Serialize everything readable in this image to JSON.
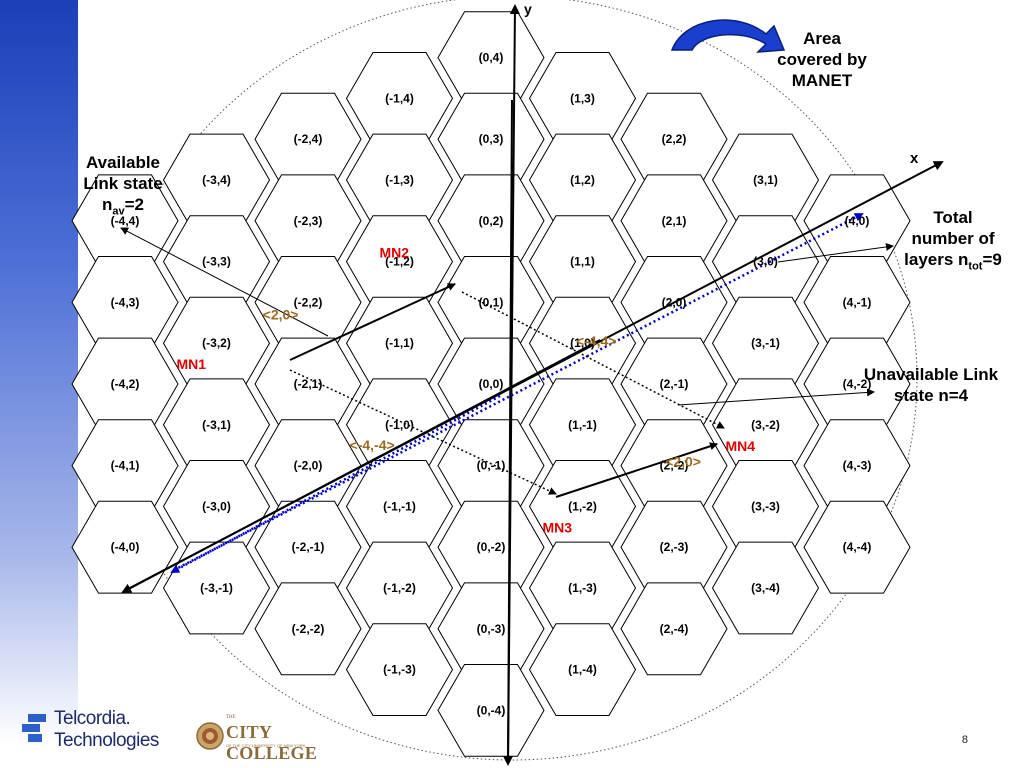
{
  "slide": {
    "page_number": "8"
  },
  "diagram": {
    "axis_x_label": "x",
    "axis_y_label": "y",
    "cells": [
      {
        "label": "(0,4)",
        "q": 0,
        "r": 4
      },
      {
        "label": "(-1,4)",
        "q": -1,
        "r": 4
      },
      {
        "label": "(1,3)",
        "q": 1,
        "r": 3
      },
      {
        "label": "(-2,4)",
        "q": -2,
        "r": 4
      },
      {
        "label": "(0,3)",
        "q": 0,
        "r": 3
      },
      {
        "label": "(2,2)",
        "q": 2,
        "r": 2
      },
      {
        "label": "(-3,4)",
        "q": -3,
        "r": 4
      },
      {
        "label": "(-1,3)",
        "q": -1,
        "r": 3
      },
      {
        "label": "(1,2)",
        "q": 1,
        "r": 2
      },
      {
        "label": "(3,1)",
        "q": 3,
        "r": 1
      },
      {
        "label": "(-4,4)",
        "q": -4,
        "r": 4
      },
      {
        "label": "(-2,3)",
        "q": -2,
        "r": 3
      },
      {
        "label": "(0,2)",
        "q": 0,
        "r": 2
      },
      {
        "label": "(2,1)",
        "q": 2,
        "r": 1
      },
      {
        "label": "(4,0)",
        "q": 4,
        "r": 0
      },
      {
        "label": "(-3,3)",
        "q": -3,
        "r": 3
      },
      {
        "label": "(-1,2)",
        "q": -1,
        "r": 2
      },
      {
        "label": "(1,1)",
        "q": 1,
        "r": 1
      },
      {
        "label": "(3,0)",
        "q": 3,
        "r": 0
      },
      {
        "label": "(-4,3)",
        "q": -4,
        "r": 3
      },
      {
        "label": "(-2,2)",
        "q": -2,
        "r": 2
      },
      {
        "label": "(0,1)",
        "q": 0,
        "r": 1
      },
      {
        "label": "(2,0)",
        "q": 2,
        "r": 0
      },
      {
        "label": "(4,-1)",
        "q": 4,
        "r": -1
      },
      {
        "label": "(-3,2)",
        "q": -3,
        "r": 2
      },
      {
        "label": "(-1,1)",
        "q": -1,
        "r": 1
      },
      {
        "label": "(1,0)",
        "q": 1,
        "r": 0
      },
      {
        "label": "(3,-1)",
        "q": 3,
        "r": -1
      },
      {
        "label": "(-4,2)",
        "q": -4,
        "r": 2
      },
      {
        "label": "(-2,1)",
        "q": -2,
        "r": 1
      },
      {
        "label": "(0,0)",
        "q": 0,
        "r": 0
      },
      {
        "label": "(2,-1)",
        "q": 2,
        "r": -1
      },
      {
        "label": "(4,-2)",
        "q": 4,
        "r": -2
      },
      {
        "label": "(-3,1)",
        "q": -3,
        "r": 1
      },
      {
        "label": "(-1,0)",
        "q": -1,
        "r": 0
      },
      {
        "label": "(1,-1)",
        "q": 1,
        "r": -1
      },
      {
        "label": "(3,-2)",
        "q": 3,
        "r": -2
      },
      {
        "label": "(-4,1)",
        "q": -4,
        "r": 1
      },
      {
        "label": "(-2,0)",
        "q": -2,
        "r": 0
      },
      {
        "label": "(0,-1)",
        "q": 0,
        "r": -1
      },
      {
        "label": "(2,-2)",
        "q": 2,
        "r": -2
      },
      {
        "label": "(4,-3)",
        "q": 4,
        "r": -3
      },
      {
        "label": "(-3,0)",
        "q": -3,
        "r": 0
      },
      {
        "label": "(-1,-1)",
        "q": -1,
        "r": -1
      },
      {
        "label": "(1,-2)",
        "q": 1,
        "r": -2
      },
      {
        "label": "(3,-3)",
        "q": 3,
        "r": -3
      },
      {
        "label": "(-4,0)",
        "q": -4,
        "r": 0
      },
      {
        "label": "(-2,-1)",
        "q": -2,
        "r": -1
      },
      {
        "label": "(0,-2)",
        "q": 0,
        "r": -2
      },
      {
        "label": "(2,-3)",
        "q": 2,
        "r": -3
      },
      {
        "label": "(4,-4)",
        "q": 4,
        "r": -4
      },
      {
        "label": "(-3,-1)",
        "q": -3,
        "r": -1
      },
      {
        "label": "(-1,-2)",
        "q": -1,
        "r": -2
      },
      {
        "label": "(1,-3)",
        "q": 1,
        "r": -3
      },
      {
        "label": "(3,-4)",
        "q": 3,
        "r": -4
      },
      {
        "label": "(-2,-2)",
        "q": -2,
        "r": -2
      },
      {
        "label": "(0,-3)",
        "q": 0,
        "r": -3
      },
      {
        "label": "(2,-4)",
        "q": 2,
        "r": -4
      },
      {
        "label": "(-1,-3)",
        "q": -1,
        "r": -3
      },
      {
        "label": "(1,-4)",
        "q": 1,
        "r": -4
      },
      {
        "label": "(0,-4)",
        "q": 0,
        "r": -4
      }
    ],
    "nodes": [
      {
        "label": "MN1",
        "q": -3,
        "r": 2,
        "side": "left"
      },
      {
        "label": "MN2",
        "q": -1,
        "r": 2,
        "side": "right"
      },
      {
        "label": "MN3",
        "q": 1,
        "r": -2,
        "side": "left"
      },
      {
        "label": "MN4",
        "q": 3,
        "r": -2,
        "side": "left"
      }
    ],
    "vector_labels": [
      {
        "text": "<2,0>",
        "q": -2.3,
        "r": 2
      },
      {
        "text": "<-4,4>",
        "q": 1.15,
        "r": -0.05
      },
      {
        "text": "<-4,-4>",
        "q": -1.3,
        "r": -0.1
      },
      {
        "text": "<2,0>",
        "q": 2.1,
        "r": -2
      }
    ],
    "colors": {
      "node_label": "#e00000",
      "vector_label": "#9a6a20",
      "diagonal_dotted": "#0000cc",
      "arrow_fill": "#1a3fd0",
      "arrow_stroke": "#0a1f7a"
    }
  },
  "callouts": {
    "area": {
      "lines": [
        "Area",
        "covered by",
        "MANET"
      ]
    },
    "available": {
      "line1": "Available",
      "line2": "Link state",
      "line3_base": "n",
      "line3_sub": "av",
      "line3_rest": "=2"
    },
    "total": {
      "line1": "Total",
      "line2": "number of",
      "line3_base": "layers n",
      "line3_sub": "tot",
      "line3_rest": "=9"
    },
    "unavailable": {
      "line1": "Unavailable Link",
      "line2": "state n=4"
    }
  },
  "logos": {
    "telcordia_line1": "Telcordia.",
    "telcordia_line2": "Technologies",
    "ccny_prefix": "THE",
    "ccny_name": "CITY COLLEGE",
    "ccny_sub": "OF THE CITY UNIVERSITY OF NEW YORK",
    "telcordia_color": "#1d2a6d",
    "ccny_color": "#8b6b3a"
  }
}
